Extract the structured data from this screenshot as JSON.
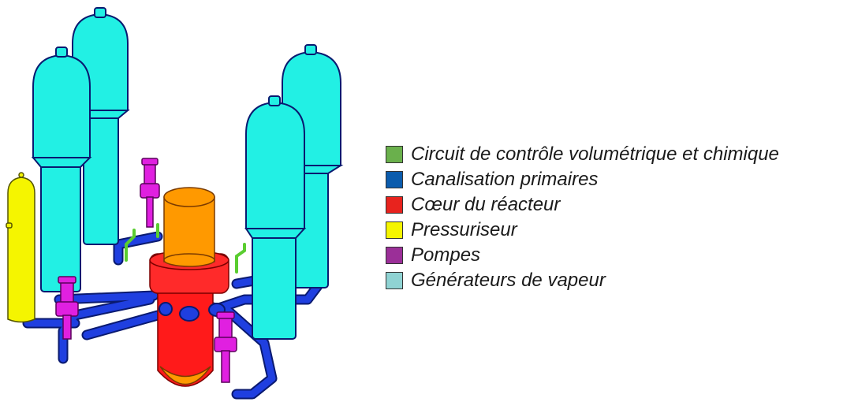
{
  "legend": {
    "items": [
      {
        "label": "Circuit de contrôle volumétrique et chimique",
        "color": "#6ab04c"
      },
      {
        "label": "Canalisation primaires",
        "color": "#0b5cad"
      },
      {
        "label": "Cœur du réacteur",
        "color": "#e8231e"
      },
      {
        "label": "Pressuriseur",
        "color": "#f5f500"
      },
      {
        "label": "Pompes",
        "color": "#9b2f98"
      },
      {
        "label": "Générateurs de vapeur",
        "color": "#8fd3d3"
      }
    ]
  },
  "colors": {
    "steam_generator": "#22f0e4",
    "pipe": "#1f3fe0",
    "pipe_outline": "#0a1a70",
    "vessel_bottom": "#ff1a1a",
    "vessel_top": "#ff9900",
    "vessel_flange": "#ff2a2a",
    "pressurizer": "#f5f500",
    "pump": "#e020e0",
    "cvcs": "#5acd30"
  }
}
